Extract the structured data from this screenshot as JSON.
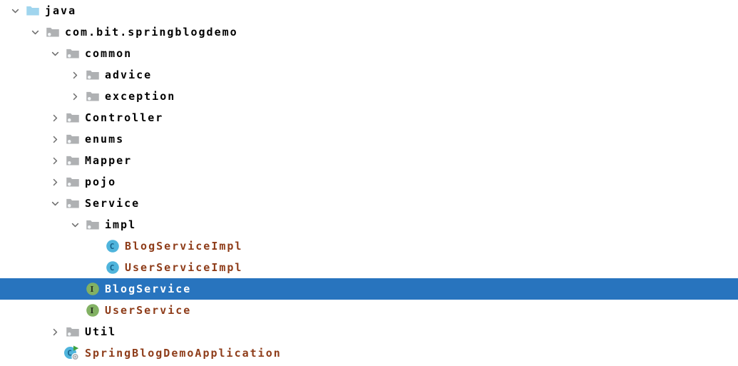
{
  "colors": {
    "background": "#FFFFFF",
    "default_text": "#000000",
    "unversioned_text": "#8E3C19",
    "selection_background": "#2874BE",
    "selection_text": "#FFFFFF",
    "chevron_gray": "#6E6E6E",
    "source_folder_blue": "#A0D5EE",
    "package_folder_gray": "#AFB1B3",
    "package_dot_white": "#F4F7F9",
    "class_circle_blue": "#4FB4DC",
    "class_letter_blue": "#155F88",
    "interface_circle_green": "#82B163",
    "interface_letter_dark": "#2E3A26",
    "run_arrow_green": "#3FA33E",
    "run_badge_gray": "#A9AEB3"
  },
  "tree": {
    "rows": [
      {
        "label": "java",
        "level": 0,
        "icon": "source-folder-icon",
        "chevron": "expanded",
        "text_style": "default",
        "selected": false
      },
      {
        "label": "com.bit.springblogdemo",
        "level": 1,
        "icon": "package-icon",
        "chevron": "expanded",
        "text_style": "default",
        "selected": false
      },
      {
        "label": "common",
        "level": 2,
        "icon": "package-icon",
        "chevron": "expanded",
        "text_style": "default",
        "selected": false
      },
      {
        "label": "advice",
        "level": 3,
        "icon": "package-icon",
        "chevron": "collapsed",
        "text_style": "default",
        "selected": false
      },
      {
        "label": "exception",
        "level": 3,
        "icon": "package-icon",
        "chevron": "collapsed",
        "text_style": "default",
        "selected": false
      },
      {
        "label": "Controller",
        "level": 2,
        "icon": "package-icon",
        "chevron": "collapsed",
        "text_style": "default",
        "selected": false
      },
      {
        "label": "enums",
        "level": 2,
        "icon": "package-icon",
        "chevron": "collapsed",
        "text_style": "default",
        "selected": false
      },
      {
        "label": "Mapper",
        "level": 2,
        "icon": "package-icon",
        "chevron": "collapsed",
        "text_style": "default",
        "selected": false
      },
      {
        "label": "pojo",
        "level": 2,
        "icon": "package-icon",
        "chevron": "collapsed",
        "text_style": "default",
        "selected": false
      },
      {
        "label": "Service",
        "level": 2,
        "icon": "package-icon",
        "chevron": "expanded",
        "text_style": "default",
        "selected": false
      },
      {
        "label": "impl",
        "level": 3,
        "icon": "package-icon",
        "chevron": "expanded",
        "text_style": "default",
        "selected": false
      },
      {
        "label": "BlogServiceImpl",
        "level": 4,
        "icon": "class-icon",
        "chevron": "none",
        "text_style": "unversioned",
        "selected": false
      },
      {
        "label": "UserServiceImpl",
        "level": 4,
        "icon": "class-icon",
        "chevron": "none",
        "text_style": "unversioned",
        "selected": false
      },
      {
        "label": "BlogService",
        "level": 3,
        "icon": "interface-icon",
        "chevron": "none",
        "text_style": "unversioned",
        "selected": true
      },
      {
        "label": "UserService",
        "level": 3,
        "icon": "interface-icon",
        "chevron": "none",
        "text_style": "unversioned",
        "selected": false
      },
      {
        "label": "Util",
        "level": 2,
        "icon": "package-icon",
        "chevron": "collapsed",
        "text_style": "default",
        "selected": false
      },
      {
        "label": "SpringBlogDemoApplication",
        "level": 2,
        "icon": "runnable-class-icon",
        "chevron": "none",
        "text_style": "unversioned",
        "selected": false
      }
    ]
  }
}
